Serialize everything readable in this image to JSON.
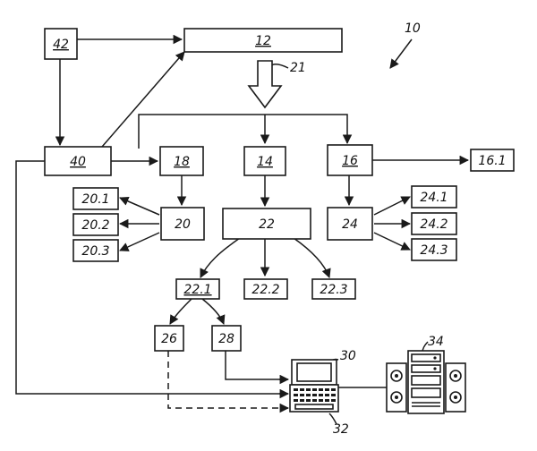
{
  "diagram": {
    "system_ref": "10",
    "block_12": "12",
    "block_42": "42",
    "block_40": "40",
    "block_18": "18",
    "block_14": "14",
    "block_16": "16",
    "block_16_1": "16.1",
    "block_20": "20",
    "block_20_1": "20.1",
    "block_20_2": "20.2",
    "block_20_3": "20.3",
    "block_22": "22",
    "block_22_1": "22.1",
    "block_22_2": "22.2",
    "block_22_3": "22.3",
    "block_24": "24",
    "block_24_1": "24.1",
    "block_24_2": "24.2",
    "block_24_3": "24.3",
    "block_26": "26",
    "block_28": "28",
    "ref_21": "21",
    "ref_30": "30",
    "ref_32": "32",
    "ref_34": "34"
  }
}
